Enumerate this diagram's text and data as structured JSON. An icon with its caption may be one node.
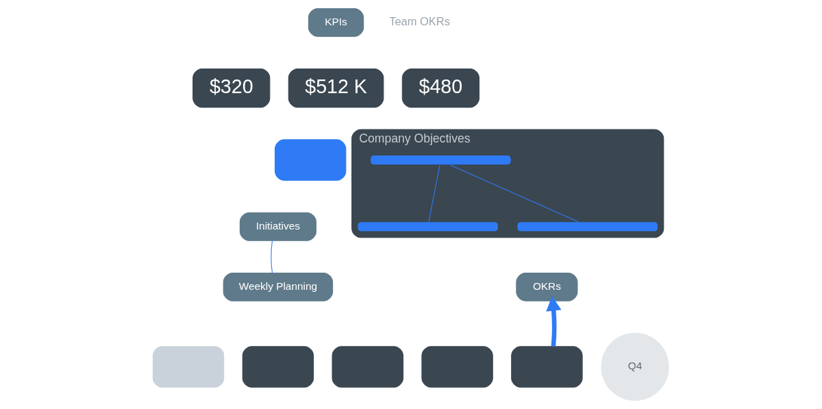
{
  "diagram": {
    "nodes": [
      {
        "text": [
          "KPIs"
        ]
      },
      {
        "text": [
          "$320"
        ]
      },
      {
        "text": [
          "$512 K"
        ]
      },
      {
        "text": [
          "$480"
        ]
      },
      {
        "text": [
          "Company Objectives"
        ]
      },
      {
        "text": [],
        "shape": "bar",
        "in": 4
      },
      {
        "text": [],
        "shape": "bar",
        "in": 4
      },
      {
        "text": [],
        "shape": "bar",
        "in": 4
      },
      {
        "text": [],
        "shape": "box"
      },
      {
        "text": [
          "OKRs"
        ]
      },
      {
        "text": [
          "Initiatives"
        ]
      },
      {
        "text": [
          "Weekly Planning"
        ]
      },
      {
        "text": [],
        "shape": "box"
      },
      {
        "text": [],
        "shape": "box"
      },
      {
        "text": [],
        "shape": "box"
      },
      {
        "text": [],
        "shape": "box"
      },
      {
        "text": [],
        "shape": "box"
      },
      {
        "text": [
          "Q4"
        ]
      }
    ],
    "edges": [
      {
        "from": 5,
        "to": 6,
        "arrow": "none"
      },
      {
        "from": 5,
        "to": 7,
        "arrow": "none"
      },
      {
        "from": 10,
        "to": 11,
        "arrow": "none"
      },
      {
        "from": 16,
        "to": 9,
        "arrow": "to",
        "style": "thick"
      }
    ],
    "labels": [
      "Team OKRs"
    ]
  }
}
